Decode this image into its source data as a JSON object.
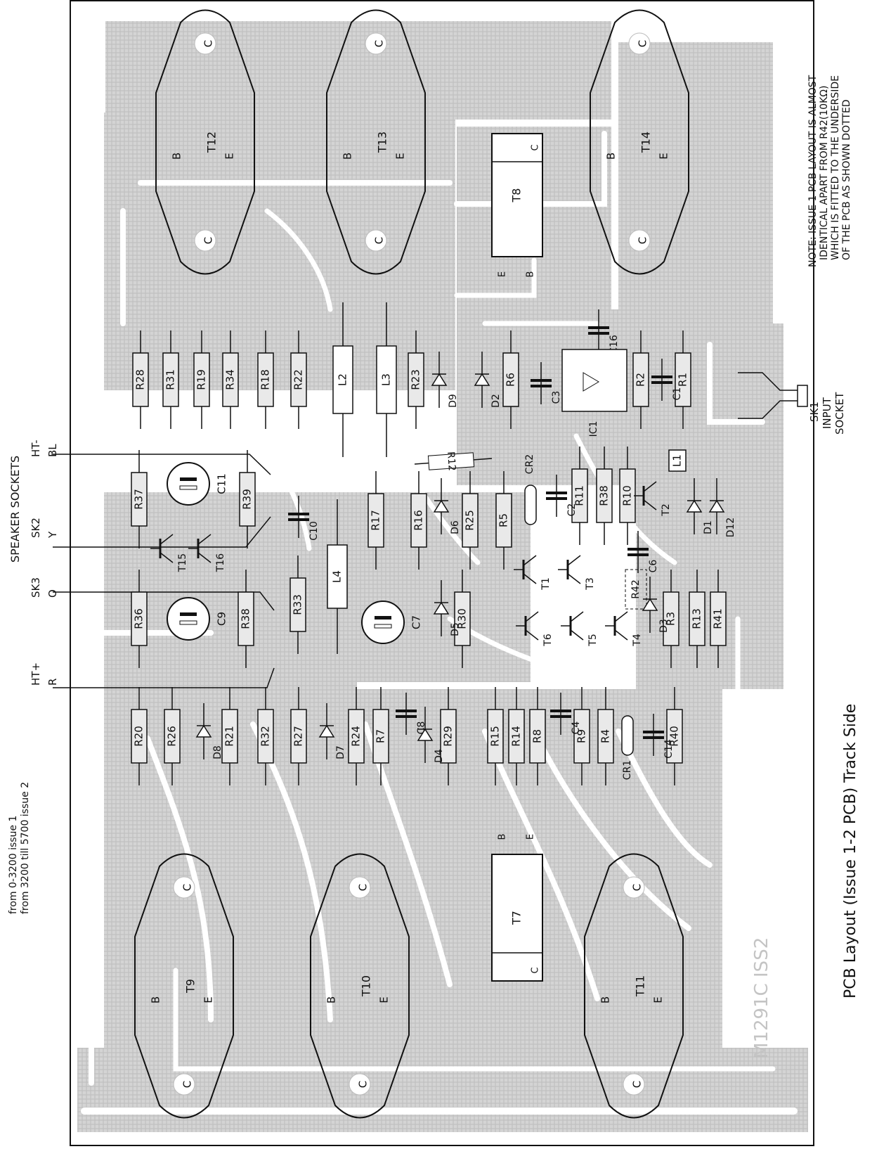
{
  "header_notes": {
    "line1": "from 0-3200 issue 1",
    "line2": "from 3200 till 5700 issue 2"
  },
  "caption": "PCB Layout (Issue 1-2 PCB) Track Side",
  "board_mark": "M1291C ISS2",
  "side_note": {
    "line1": "NOTE:  ISSUE 1 PCB LAYOUT IS ALMOST",
    "line2": "IDENTICAL APART FROM R42(10KΩ)",
    "line3": "WHICH IS FITTED TO THE UNDERSIDE",
    "line4": "OF THE PCB AS SHOWN DOTTED"
  },
  "connectors": {
    "speaker_title": "SPEAKER  SOCKETS",
    "sk3": "SK3",
    "sk2": "SK2",
    "ht_plus": "HT+",
    "ht_minus": "HT-",
    "pin_r": "R",
    "pin_o": "O",
    "pin_y": "Y",
    "pin_bl": "BL",
    "sk1": "SK1",
    "input": "INPUT",
    "socket": "SOCKET"
  },
  "power_transistors": [
    {
      "name": "T9",
      "b": "B",
      "e": "E",
      "c": "C"
    },
    {
      "name": "T10",
      "b": "B",
      "e": "E",
      "c": "C"
    },
    {
      "name": "T11",
      "b": "B",
      "e": "E",
      "c": "C"
    },
    {
      "name": "T12",
      "b": "B",
      "e": "E",
      "c": "C"
    },
    {
      "name": "T13",
      "b": "B",
      "e": "E",
      "c": "C"
    },
    {
      "name": "T14",
      "b": "B",
      "e": "E",
      "c": "C"
    }
  ],
  "driver_transistors": [
    {
      "name": "T7",
      "b": "B",
      "e": "E",
      "c": "C"
    },
    {
      "name": "T8",
      "b": "B",
      "e": "E",
      "c": "C"
    }
  ],
  "resistors": [
    "R28",
    "R31",
    "R19",
    "R34",
    "R18",
    "R22",
    "R23",
    "R6",
    "R2",
    "R1",
    "R12",
    "R37",
    "R39",
    "R17",
    "R16",
    "R25",
    "R5",
    "R11",
    "R42",
    "R10",
    "R36",
    "R38",
    "R33",
    "R30",
    "R3",
    "R13",
    "R41",
    "R20",
    "R26",
    "R21",
    "R32",
    "R27",
    "R24",
    "R7",
    "R29",
    "R15",
    "R14",
    "R8",
    "R9",
    "R4",
    "R40",
    "R42"
  ],
  "inductors": [
    "L2",
    "L3",
    "L4",
    "L1"
  ],
  "capacitors": [
    "C16",
    "C3",
    "C1",
    "C11",
    "C10",
    "C2",
    "C6",
    "C9",
    "C7",
    "C8",
    "C4",
    "C14"
  ],
  "diodes": [
    "D9",
    "D2",
    "D6",
    "D1",
    "D12",
    "D5",
    "D3",
    "D8",
    "D7",
    "D4"
  ],
  "small_transistors": [
    "T15",
    "T16",
    "T1",
    "T3",
    "T2",
    "T6",
    "T5",
    "T4"
  ],
  "misc": [
    "IC1",
    "CR2",
    "CR1"
  ]
}
